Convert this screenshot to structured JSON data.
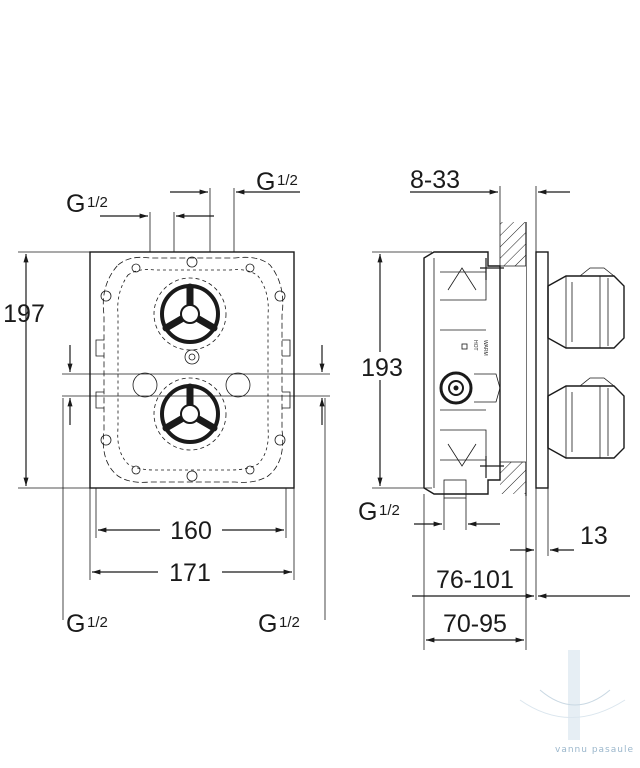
{
  "front_view": {
    "height_dim": "197",
    "inner_width_dim": "160",
    "outer_width_dim": "171",
    "top_left_thread": {
      "main": "G",
      "fraction": "1/2"
    },
    "top_right_thread": {
      "main": "G",
      "fraction": "1/2"
    },
    "bottom_left_thread": {
      "main": "G",
      "fraction": "1/2"
    },
    "bottom_right_thread": {
      "main": "G",
      "fraction": "1/2"
    }
  },
  "side_view": {
    "wall_depth_dim": "8-33",
    "height_dim": "193",
    "bottom_thread": {
      "main": "G",
      "fraction": "1/2"
    },
    "plate_dim": "13",
    "depth_range_1": "76-101",
    "depth_range_2": "70-95",
    "label_warm": "WARM",
    "label_hot": "HOT"
  },
  "watermark": {
    "text": "vannu pasaule"
  }
}
